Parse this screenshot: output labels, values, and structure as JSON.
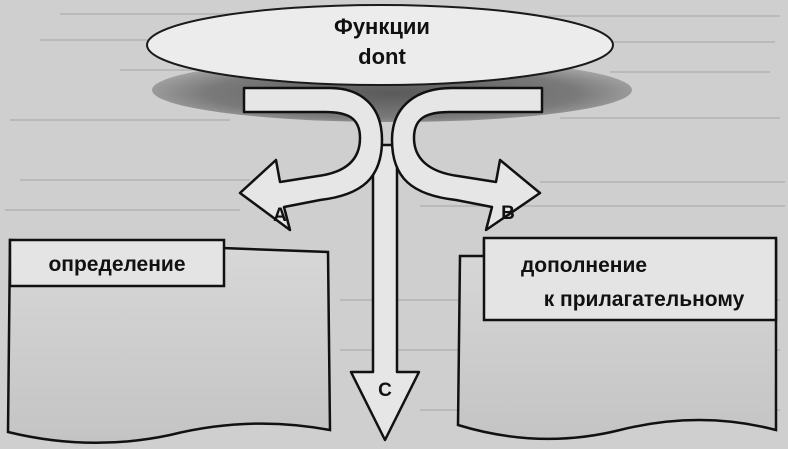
{
  "diagram": {
    "title_line1": "Функции",
    "title_line2": "dont",
    "branch_a": {
      "letter": "A",
      "label": "определение"
    },
    "branch_b": {
      "letter": "B",
      "label_line1": "дополнение",
      "label_line2": "к прилагательному"
    },
    "branch_c": {
      "letter": "C"
    }
  }
}
